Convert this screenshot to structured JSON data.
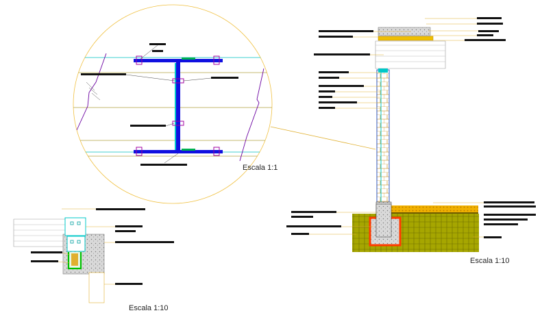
{
  "labels": {
    "scale_detail_circle": "Escala 1:1",
    "scale_section_right": "Escala 1:10",
    "scale_detail_bottom_left": "Escala 1:10"
  },
  "colors": {
    "background": "#ffffff",
    "circle_outline": "#f0c040",
    "steel_beam": "#1010e0",
    "bolt": "#a000a0",
    "glass": "#00c8c8",
    "leader_line": "#e0b030",
    "text_block": "#111111",
    "footing_outline": "#ff3b00",
    "soil": "#9b9b10",
    "concrete_texture": "#c8c8c8",
    "gravel": "#e6a400",
    "insulation": "#00a0a0",
    "green_profile": "#00c000"
  }
}
